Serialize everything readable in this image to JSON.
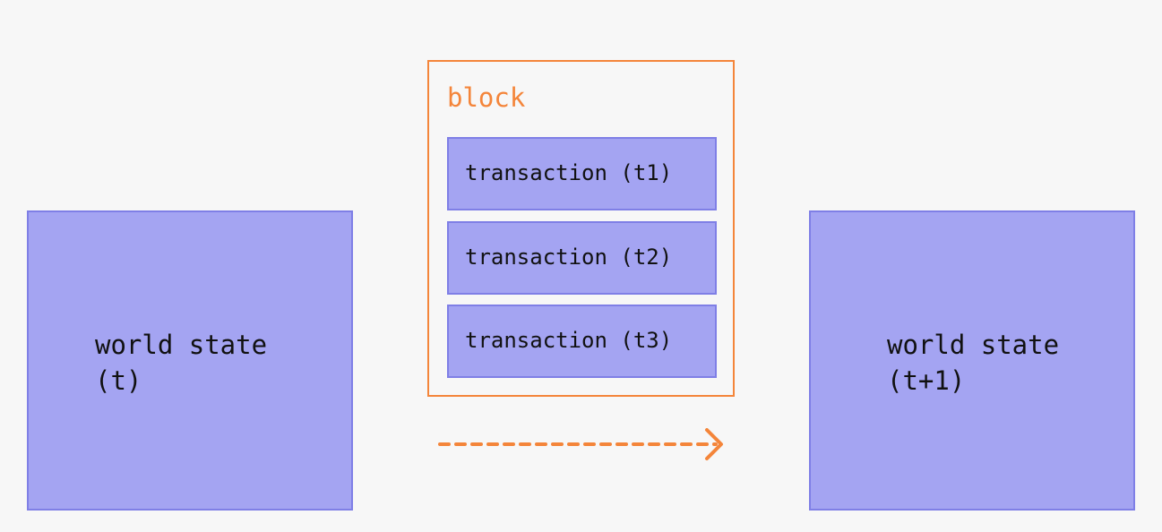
{
  "left_state": {
    "line1": "world state",
    "line2": "(t)"
  },
  "block": {
    "label": "block",
    "transactions": [
      {
        "label": "transaction (t1)"
      },
      {
        "label": "transaction (t2)"
      },
      {
        "label": "transaction (t3)"
      }
    ]
  },
  "right_state": {
    "line1": "world state",
    "line2": "(t+1)"
  },
  "colors": {
    "state_fill": "#a4a4f2",
    "state_border": "#7f7fe6",
    "accent_orange": "#f4853a",
    "background": "#f7f7f7"
  },
  "icons": {
    "transition_arrow": "dashed-right-arrow-icon"
  }
}
